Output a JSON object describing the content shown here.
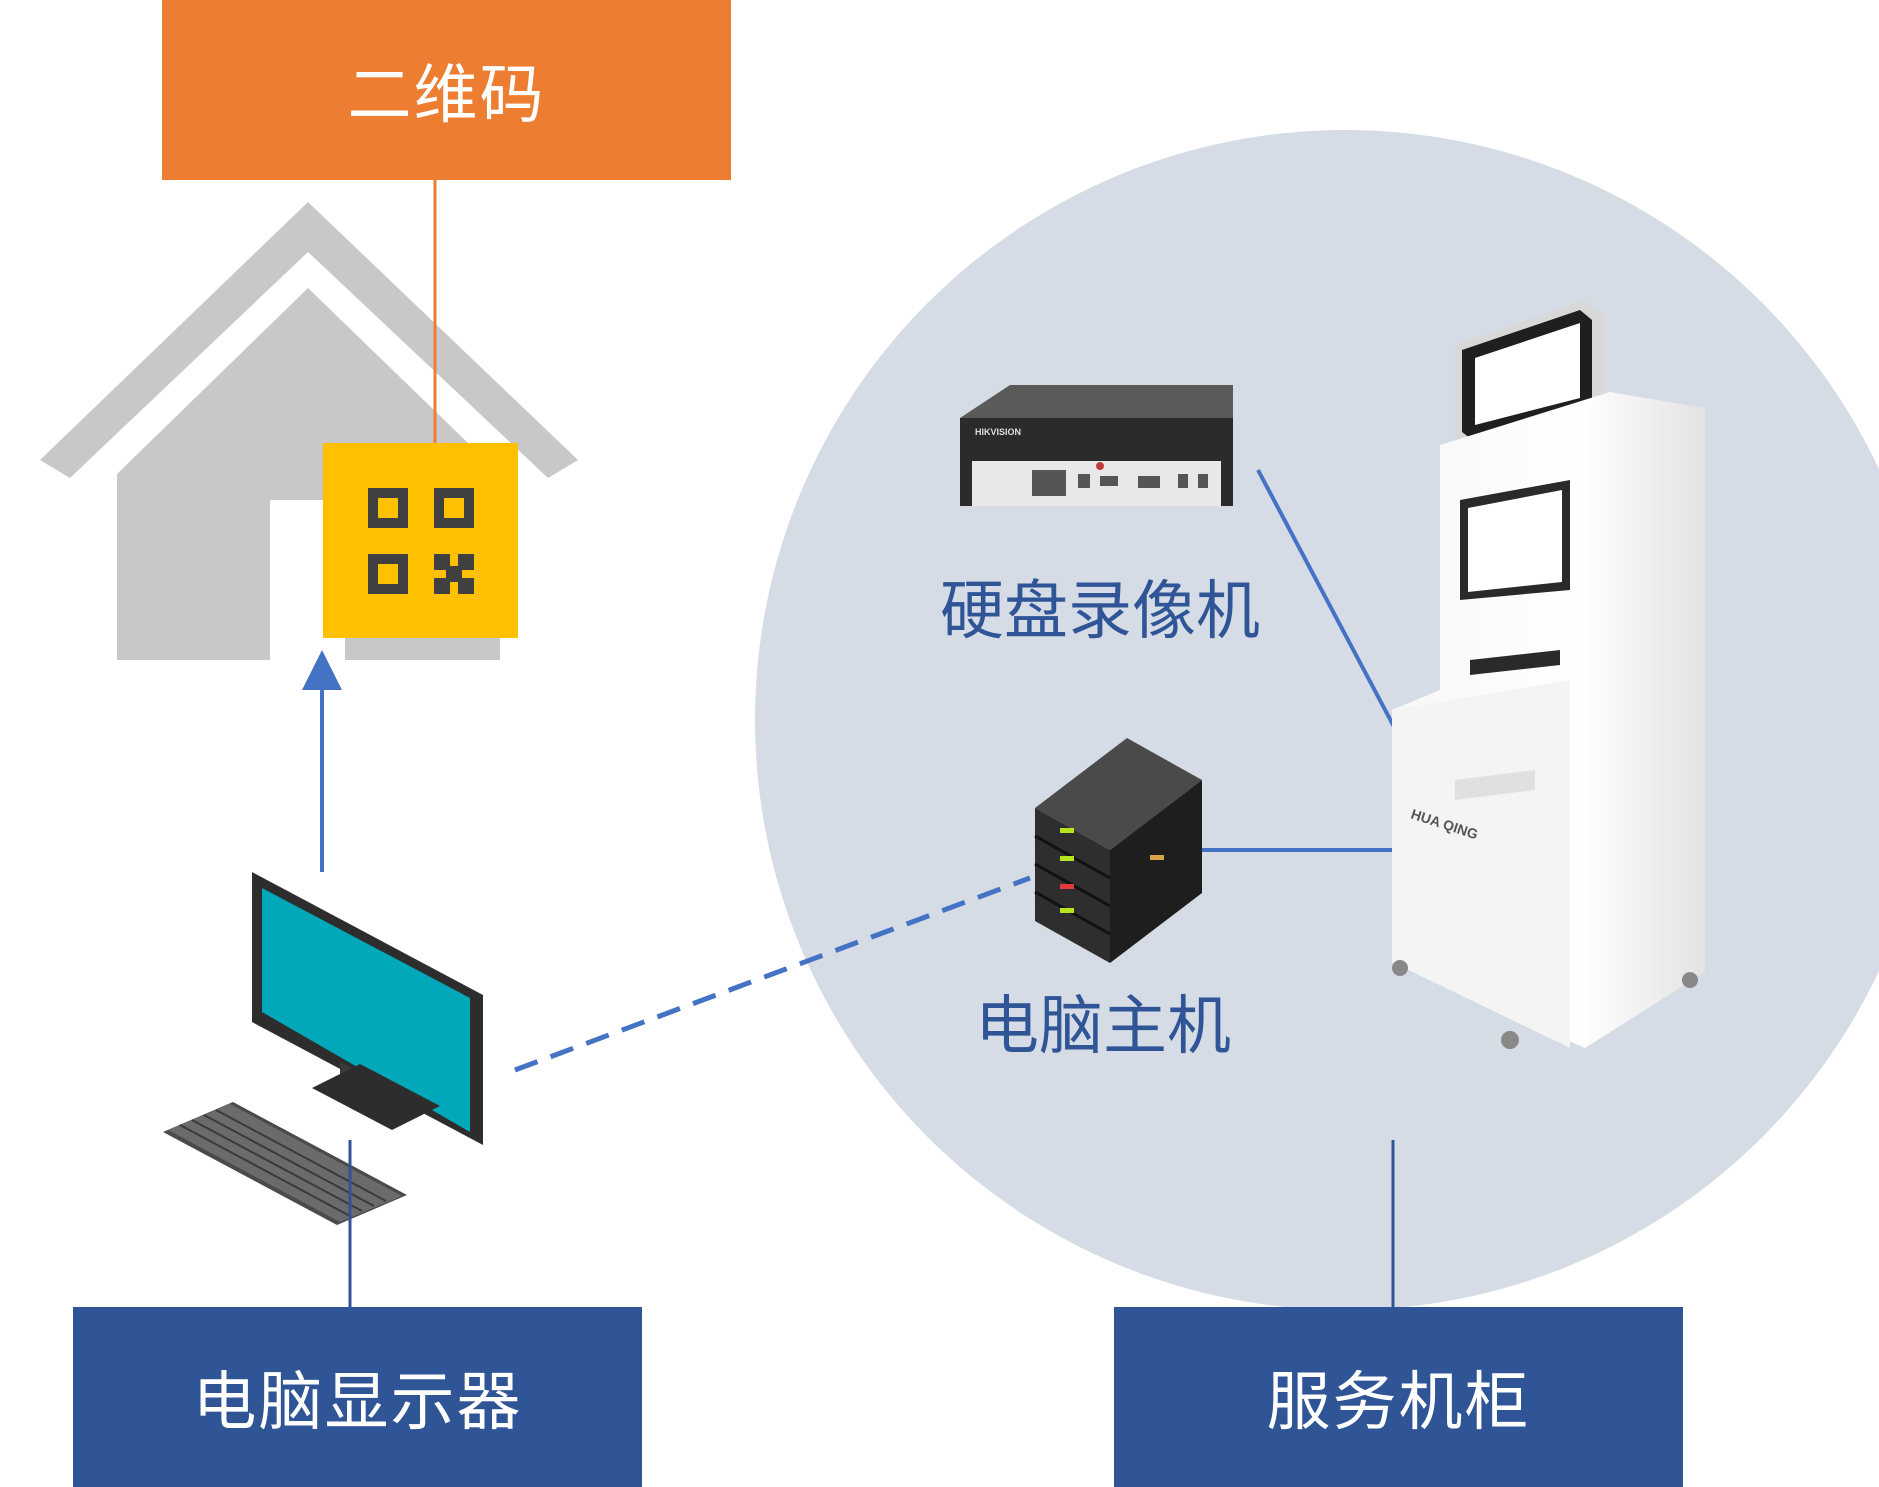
{
  "labels": {
    "qr_code": "二维码",
    "pc_monitor": "电脑显示器",
    "service_cabinet": "服务机柜",
    "dvr": "硬盘录像机",
    "pc_host": "电脑主机"
  },
  "logos": {
    "dvr_brand": "HIKVISION",
    "cabinet_brand": "HUA QING"
  },
  "colors": {
    "orange": "#ED7D31",
    "navy": "#2F5597",
    "arrow_blue": "#4472C4",
    "house_gray": "#C9C8C8",
    "qr_yellow": "#FFC000",
    "circle_bg": "#D6DCE5",
    "monitor_screen": "#00A8BA"
  },
  "icons": [
    "house-icon",
    "qr-code-icon",
    "monitor-icon",
    "keyboard-icon",
    "server-icon",
    "dvr-icon",
    "kiosk-icon"
  ]
}
